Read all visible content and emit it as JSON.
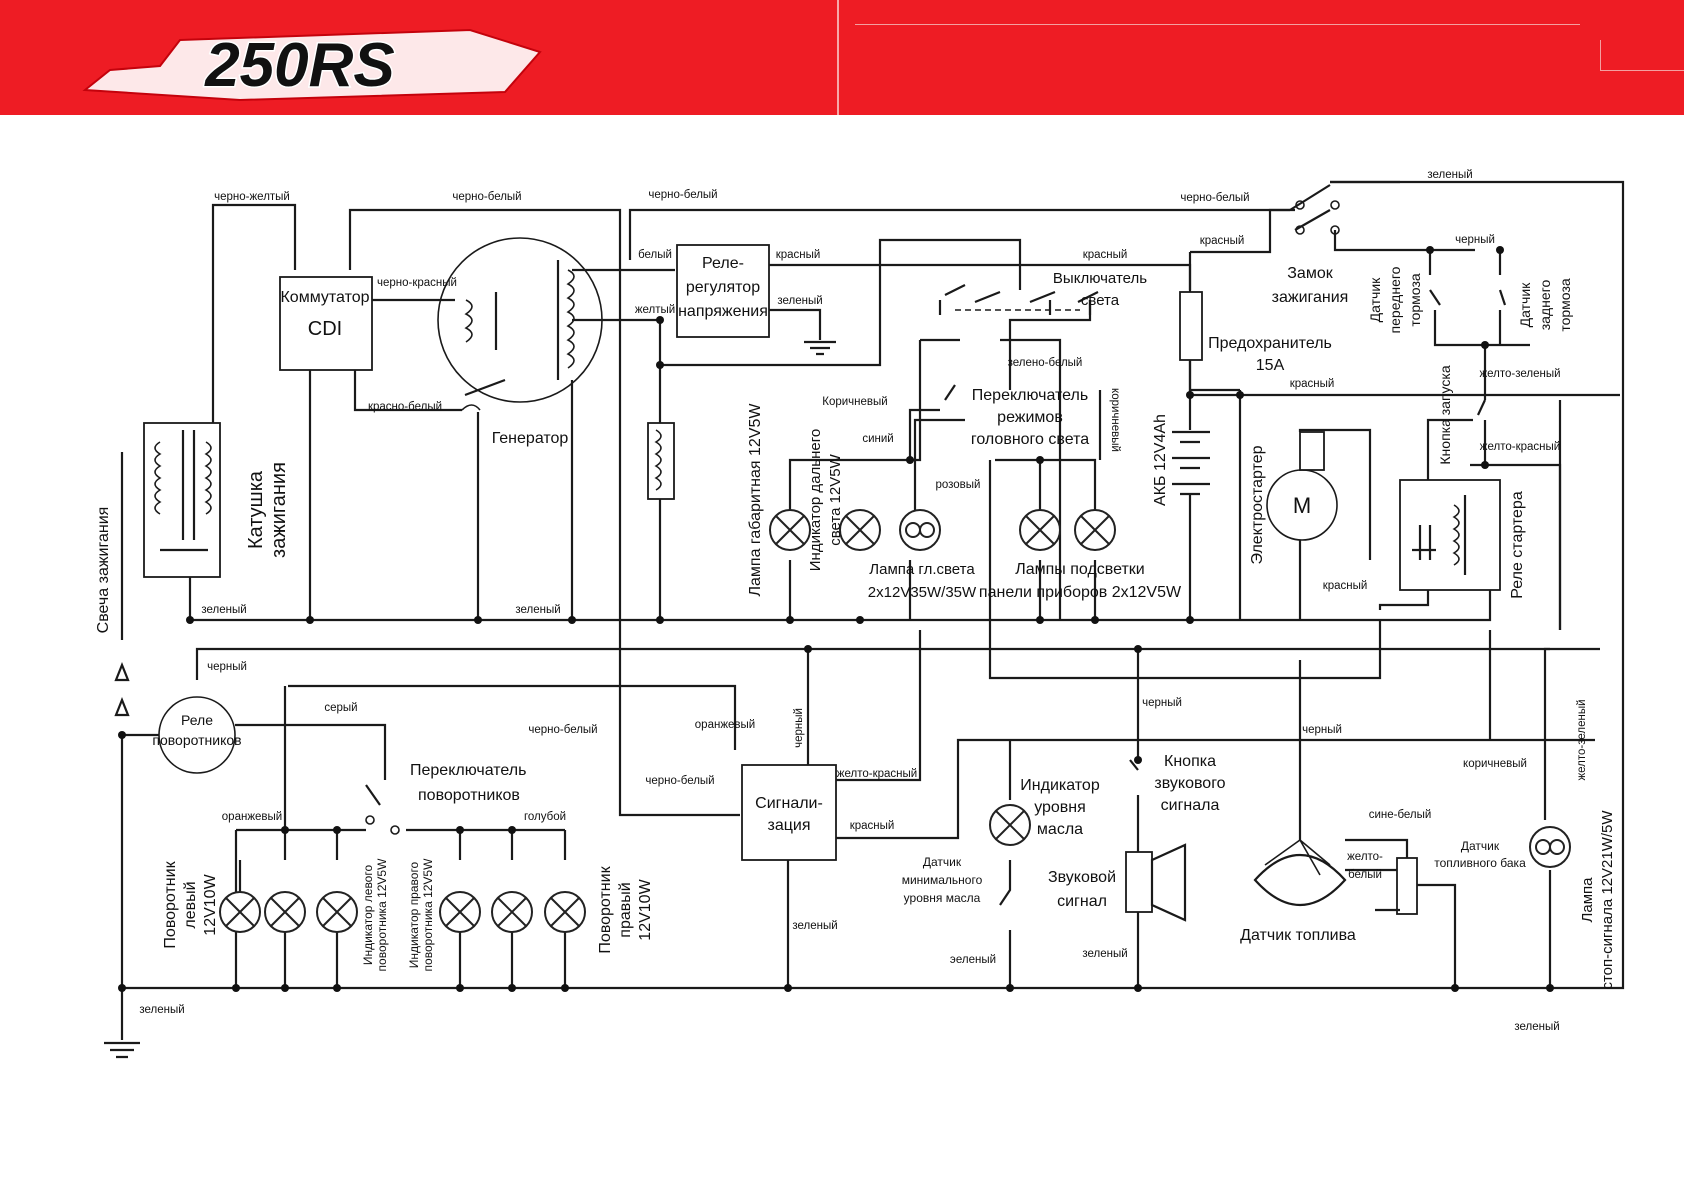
{
  "header": {
    "logo_text": "250RS"
  },
  "components": {
    "commutator": "Коммутатор",
    "cdi": "CDI",
    "generator": "Генератор",
    "regulator": [
      "Реле-",
      "регулятор",
      "напряжения"
    ],
    "ignition_coil": [
      "Катушка",
      "зажигания"
    ],
    "spark_plug": "Свеча зажигания",
    "turn_relay": [
      "Реле",
      "поворотников"
    ],
    "turn_switch": [
      "Переключатель",
      "поворотников"
    ],
    "alarm": [
      "Сигнали-",
      "зация"
    ],
    "ignition_lock": [
      "Замок",
      "зажигания"
    ],
    "fuse": [
      "Предохранитель",
      "15А"
    ],
    "battery": "АКБ 12V4Ah",
    "starter": "Электростартер",
    "starter_relay": "Реле стартера",
    "start_button": "Кнопка запуска",
    "front_brake": [
      "Датчик",
      "переднего",
      "тормоза"
    ],
    "rear_brake": [
      "Датчик",
      "заднего",
      "тормоза"
    ],
    "light_switch": [
      "Выключатель",
      "света"
    ],
    "headlight_switch": [
      "Переключатель",
      "режимов",
      "головного света"
    ],
    "parking_lamp": "Лампа габаритная 12V5W",
    "high_beam_indicator": [
      "Индикатор дальнего",
      "света 12V5W"
    ],
    "headlamp": [
      "Лампа гл.света",
      "2x12V35W/35W"
    ],
    "panel_lamps": [
      "Лампы подсветки",
      "панели приборов 2x12V5W"
    ],
    "left_turn": [
      "Поворотник",
      "левый",
      "12V10W"
    ],
    "right_turn": [
      "Поворотник",
      "правый",
      "12V10W"
    ],
    "left_indicator": [
      "Индикатор левого",
      "поворотника 12V5W"
    ],
    "right_indicator": [
      "Индикатор правого",
      "поворотника 12V5W"
    ],
    "oil_indicator": [
      "Индикатор",
      "уровня",
      "масла"
    ],
    "oil_sensor": [
      "Датчик",
      "минимального",
      "уровня масла"
    ],
    "horn_button": [
      "Кнопка",
      "звукового",
      "сигнала"
    ],
    "horn": [
      "Звуковой",
      "сигнал"
    ],
    "fuel_gauge": "Датчик топлива",
    "fuel_sensor": [
      "Датчик",
      "топливного бака"
    ],
    "stop_lamp": [
      "Лампа",
      "стоп-сигнала 12V21W/5W"
    ],
    "motor_symbol": "M"
  },
  "wires": {
    "black_yellow": "черно-желтый",
    "black_white": "черно-белый",
    "black_red": "черно-красный",
    "red_white": "красно-белый",
    "white": "белый",
    "yellow": "желтый",
    "red": "красный",
    "green": "зеленый",
    "green_alt": "эеленый",
    "black": "черный",
    "brown_cap": "Коричневый",
    "brown": "коричневый",
    "blue": "синий",
    "pink": "розовый",
    "green_white": "зелено-белый",
    "yellow_green": "желто-зеленый",
    "yellow_red": "желто-красный",
    "gray": "серый",
    "orange": "оранжевый",
    "light_blue": "голубой",
    "blue_white": "сине-белый",
    "yellow_white_1": "желто-",
    "yellow_white_2": "белый"
  }
}
